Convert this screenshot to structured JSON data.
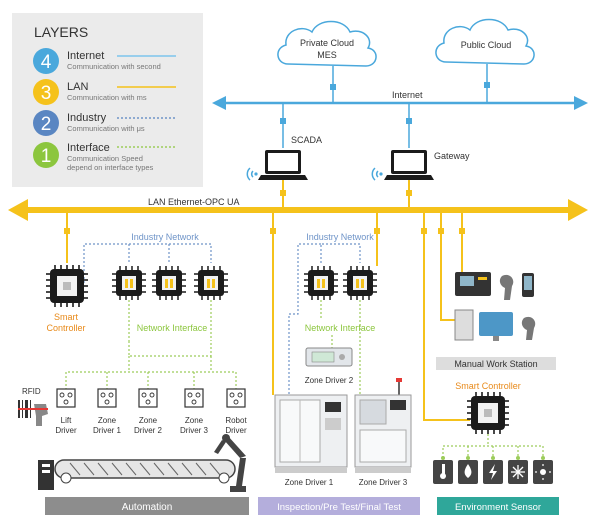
{
  "legend": {
    "title": "LAYERS",
    "layers": [
      {
        "num": "4",
        "name": "Internet",
        "desc1": "Communication with second",
        "desc2": "",
        "color": "#4aa8dc",
        "line": "#7cc4ec"
      },
      {
        "num": "3",
        "name": "LAN",
        "desc1": "Communication with ms",
        "desc2": "",
        "color": "#f5c21b",
        "line": "#f5c21b"
      },
      {
        "num": "2",
        "name": "Industry",
        "desc1": "Communication with μs",
        "desc2": "",
        "color": "#5a86c2",
        "line": "#6f94c8"
      },
      {
        "num": "1",
        "name": "Interface",
        "desc1": "Communication Speed",
        "desc2": "depend on interface types",
        "color": "#8cc63e",
        "line": "#9ccc5a"
      }
    ]
  },
  "clouds": {
    "private_line1": "Private Cloud",
    "private_line2": "MES",
    "public": "Public Cloud"
  },
  "internet_label": "Internet",
  "scada_label": "SCADA",
  "gateway_label": "Gateway",
  "lan_label": "LAN  Ethernet-OPC UA",
  "industry_network_labels": [
    "Industry Network",
    "Industry Network"
  ],
  "network_interface_labels": [
    "Network Interface",
    "Network Interface"
  ],
  "smart_controller_labels": [
    "Smart",
    "Controller",
    "Smart Controller"
  ],
  "rfid_label": "RFID",
  "drivers": [
    {
      "line1": "Lift",
      "line2": "Driver"
    },
    {
      "line1": "Zone",
      "line2": "Driver 1"
    },
    {
      "line1": "Zone",
      "line2": "Driver 2"
    },
    {
      "line1": "Zone",
      "line2": "Driver 3"
    },
    {
      "line1": "Robot",
      "line2": "Driver"
    }
  ],
  "zone_driver_2_label": "Zone Driver 2",
  "zone_driver_1_label": "Zone Driver 1",
  "zone_driver_3_label": "Zone Driver 3",
  "manual_work_station_label": "Manual Work Station",
  "section_labels": {
    "automation": "Automation",
    "inspection": "Inspection/Pre Test/Final Test",
    "environment": "Environment Sensor"
  },
  "colors": {
    "lan": "#f5c21b",
    "internet": "#4aa8dc",
    "industry": "#6f94c8",
    "interface": "#9ccc5a",
    "orange_text": "#e88a1a",
    "automation_bar": "#8d8d8d",
    "inspection_bar": "#b4aedc",
    "environment_bar": "#2fa79a"
  }
}
